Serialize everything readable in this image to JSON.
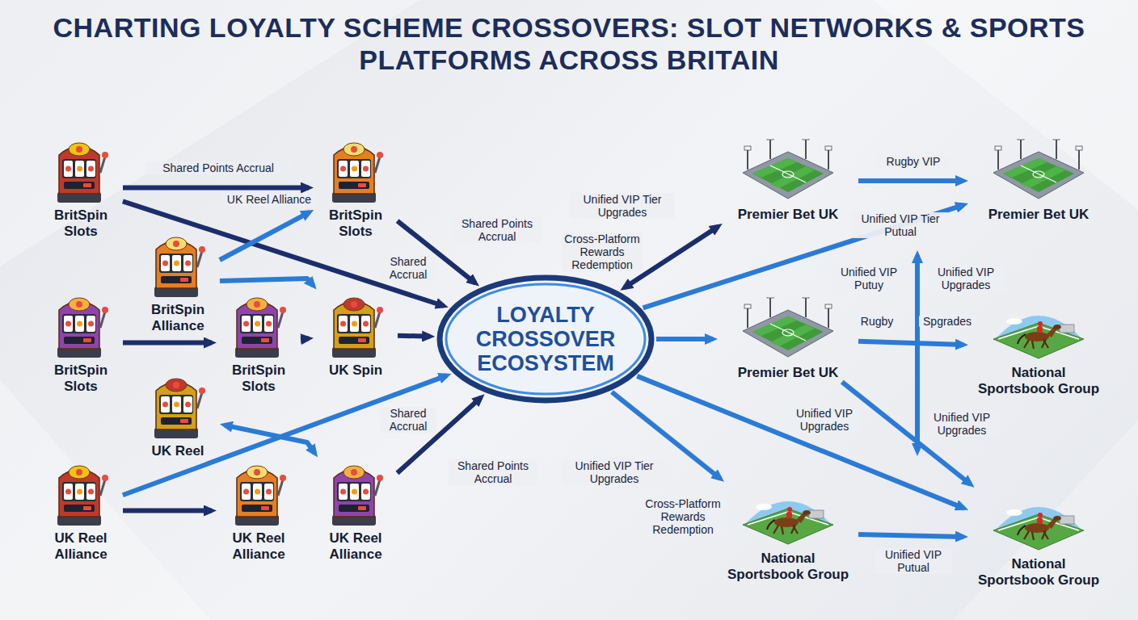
{
  "diagram": {
    "title": "CHARTING LOYALTY SCHEME CROSSOVERS: SLOT NETWORKS & SPORTS PLATFORMS ACROSS BRITAIN",
    "nodes": [
      {
        "text": [
          "BritSpin Slots"
        ]
      },
      {
        "text": [
          "BritSpin Alliance"
        ]
      },
      {
        "text": [
          "BritSpin Slots"
        ]
      },
      {
        "text": [
          "UK Reel"
        ]
      },
      {
        "text": [
          "UK Reel Alliance"
        ]
      },
      {
        "text": [
          "BritSpin Slots"
        ]
      },
      {
        "text": [
          "BritSpin Slots"
        ]
      },
      {
        "text": [
          "UK Spin"
        ]
      },
      {
        "text": [
          "UK Reel Alliance"
        ]
      },
      {
        "text": [
          "UK Reel Alliance"
        ]
      },
      {
        "text": [
          "LOYALTY CROSSOVER ECOSYSTEM"
        ]
      },
      {
        "text": [
          "Premier Bet UK"
        ]
      },
      {
        "text": [
          "Premier Bet UK"
        ]
      },
      {
        "text": [
          "Premier Bet UK"
        ]
      },
      {
        "text": [
          "National Sportsbook Group"
        ]
      },
      {
        "text": [
          "National Sportsbook Group"
        ]
      },
      {
        "text": [
          "National Sportsbook Group"
        ]
      }
    ],
    "edges": [
      {
        "from": 0,
        "to": 5,
        "arrow": "to",
        "label": "Shared Points Accrual"
      },
      {
        "from": 0,
        "to": 10,
        "arrow": "to",
        "label": "UK Reel Alliance"
      },
      {
        "from": 1,
        "to": 5,
        "arrow": "to"
      },
      {
        "from": 1,
        "to": 7,
        "arrow": "to"
      },
      {
        "from": 2,
        "to": 6,
        "arrow": "to"
      },
      {
        "from": 6,
        "to": 7,
        "arrow": "to"
      },
      {
        "from": 7,
        "to": 10,
        "arrow": "to"
      },
      {
        "from": 5,
        "to": 10,
        "arrow": "to",
        "label": "Shared Points Accrual"
      },
      {
        "from": 3,
        "to": 9,
        "arrow": "both"
      },
      {
        "from": 4,
        "to": 10,
        "arrow": "to"
      },
      {
        "from": 4,
        "to": 8,
        "arrow": "to"
      },
      {
        "from": 9,
        "to": 10,
        "arrow": "to",
        "label": "Shared Accrual"
      },
      {
        "from": 10,
        "to": 11,
        "arrow": "both",
        "label": "Unified VIP Tier Upgrades"
      },
      {
        "from": 11,
        "to": 12,
        "arrow": "to",
        "label": "Rugby VIP"
      },
      {
        "from": 10,
        "to": 12,
        "arrow": "to",
        "label": "Unified VIP Tier Putual"
      },
      {
        "from": 10,
        "to": 13,
        "arrow": "to"
      },
      {
        "from": 13,
        "to": 14,
        "arrow": "to",
        "label": "Rugby"
      },
      {
        "from": 10,
        "to": 15,
        "arrow": "to",
        "label": "Cross-Platform Rewards Redemption"
      },
      {
        "from": 10,
        "to": 16,
        "arrow": "to"
      },
      {
        "from": 13,
        "to": 16,
        "arrow": "to",
        "label": "Unified VIP Upgrades"
      },
      {
        "from": 15,
        "to": 16,
        "arrow": "to",
        "label": "Unified VIP Putual"
      }
    ],
    "labels": [
      "Shared Accrual",
      "Shared Points Accrual",
      "Cross-Platform Rewards Redemption",
      "Unified VIP Putuy",
      "Unified VIP Upgrades",
      "Spgrades",
      "Unified VIP Upgrades",
      "Unified VIP Tier Upgrades"
    ]
  }
}
